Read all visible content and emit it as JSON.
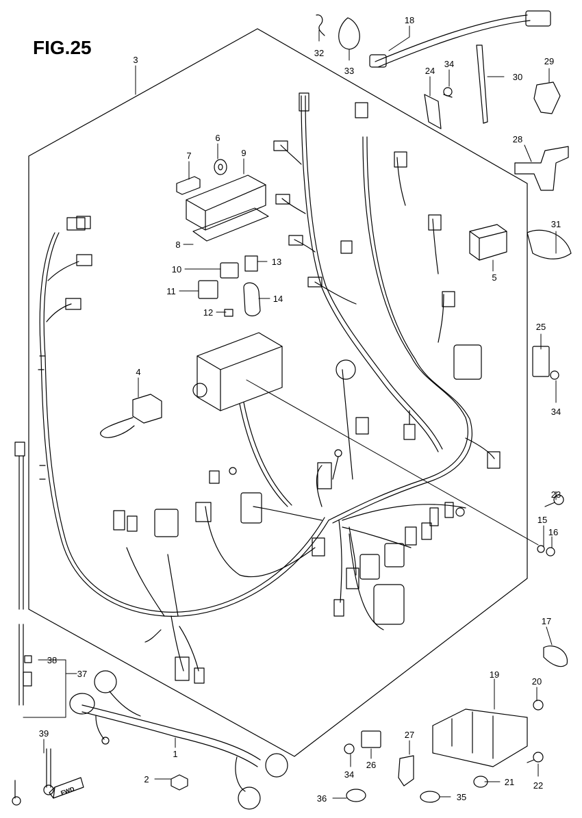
{
  "title": "FIG.25",
  "fwd_label": "FWD",
  "part_numbers": [
    "1",
    "2",
    "3",
    "4",
    "5",
    "6",
    "7",
    "8",
    "9",
    "10",
    "11",
    "12",
    "13",
    "14",
    "15",
    "16",
    "17",
    "18",
    "19",
    "20",
    "21",
    "22",
    "23",
    "24",
    "25",
    "26",
    "27",
    "28",
    "29",
    "30",
    "31",
    "32",
    "33",
    "34",
    "35",
    "36",
    "37",
    "38",
    "39"
  ],
  "callouts": [
    {
      "id": "p1",
      "label": "1"
    },
    {
      "id": "p2",
      "label": "2"
    },
    {
      "id": "p3",
      "label": "3"
    },
    {
      "id": "p4",
      "label": "4"
    },
    {
      "id": "p5",
      "label": "5"
    },
    {
      "id": "p6",
      "label": "6"
    },
    {
      "id": "p7",
      "label": "7"
    },
    {
      "id": "p8",
      "label": "8"
    },
    {
      "id": "p9",
      "label": "9"
    },
    {
      "id": "p10",
      "label": "10"
    },
    {
      "id": "p11",
      "label": "11"
    },
    {
      "id": "p12",
      "label": "12"
    },
    {
      "id": "p13",
      "label": "13"
    },
    {
      "id": "p14",
      "label": "14"
    },
    {
      "id": "p15",
      "label": "15"
    },
    {
      "id": "p16",
      "label": "16"
    },
    {
      "id": "p17",
      "label": "17"
    },
    {
      "id": "p18",
      "label": "18"
    },
    {
      "id": "p19",
      "label": "19"
    },
    {
      "id": "p20",
      "label": "20"
    },
    {
      "id": "p21",
      "label": "21"
    },
    {
      "id": "p22",
      "label": "22"
    },
    {
      "id": "p23",
      "label": "23"
    },
    {
      "id": "p24",
      "label": "24"
    },
    {
      "id": "p25",
      "label": "25"
    },
    {
      "id": "p26",
      "label": "26"
    },
    {
      "id": "p27",
      "label": "27"
    },
    {
      "id": "p28",
      "label": "28"
    },
    {
      "id": "p29",
      "label": "29"
    },
    {
      "id": "p30",
      "label": "30"
    },
    {
      "id": "p31",
      "label": "31"
    },
    {
      "id": "p32",
      "label": "32"
    },
    {
      "id": "p33",
      "label": "33"
    },
    {
      "id": "p34a",
      "label": "34"
    },
    {
      "id": "p34b",
      "label": "34"
    },
    {
      "id": "p34c",
      "label": "34"
    },
    {
      "id": "p35",
      "label": "35"
    },
    {
      "id": "p36",
      "label": "36"
    },
    {
      "id": "p37",
      "label": "37"
    },
    {
      "id": "p38",
      "label": "38"
    },
    {
      "id": "p39",
      "label": "39"
    }
  ]
}
